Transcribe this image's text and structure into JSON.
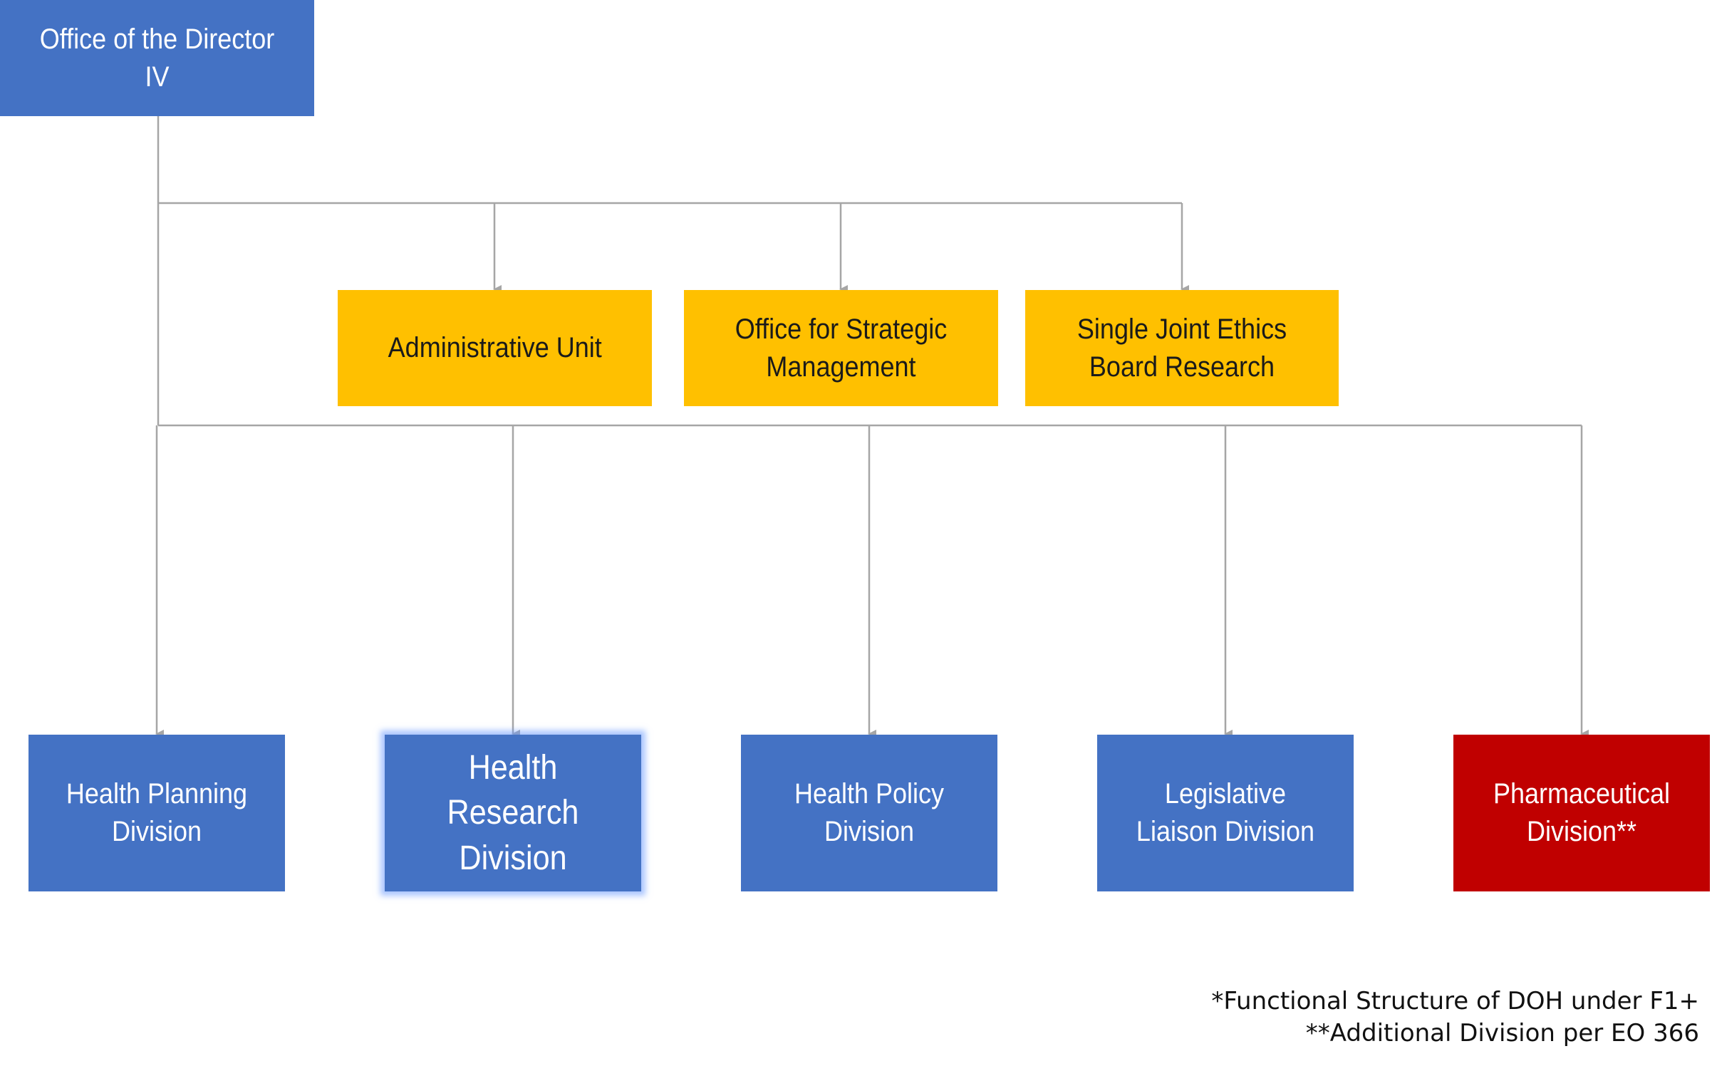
{
  "colors": {
    "division_blue": "#4472C4",
    "staff_gold": "#FFC000",
    "new_division_red": "#C00000",
    "connector_gray": "#A6A6A6"
  },
  "nodes": {
    "director": "Office of the Director IV",
    "admin_unit": "Administrative Unit",
    "strategic_mgmt": "Office for Strategic Management",
    "ethics_board": "Single Joint Ethics Board Research",
    "health_planning": "Health Planning Division",
    "health_research": "Health Research Division",
    "health_policy": "Health Policy Division",
    "legislative_liaison": "Legislative Liaison Division",
    "pharmaceutical": "Pharmaceutical Division**"
  },
  "edges": [
    [
      "director",
      "admin_unit"
    ],
    [
      "director",
      "strategic_mgmt"
    ],
    [
      "director",
      "ethics_board"
    ],
    [
      "director",
      "health_planning"
    ],
    [
      "director",
      "health_research"
    ],
    [
      "director",
      "health_policy"
    ],
    [
      "director",
      "legislative_liaison"
    ],
    [
      "director",
      "pharmaceutical"
    ]
  ],
  "highlighted_node": "health_research",
  "notes": {
    "note1": "*Functional Structure of DOH under F1+",
    "note2": "**Additional Division per EO 366"
  }
}
